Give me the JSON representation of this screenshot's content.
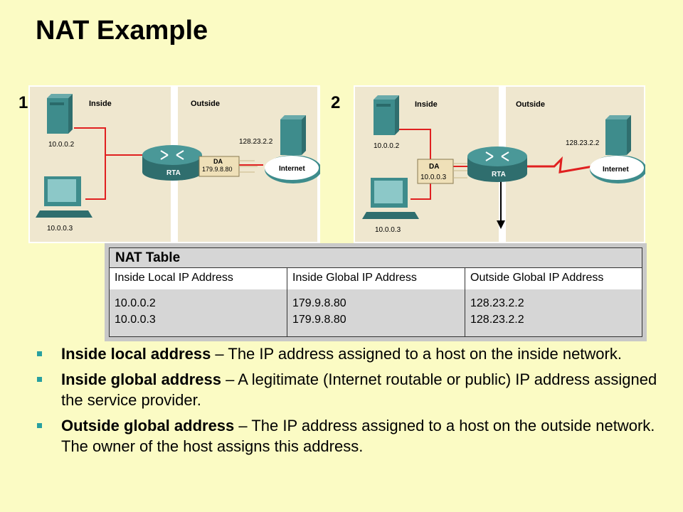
{
  "title": "NAT Example",
  "panels": [
    {
      "number": "1",
      "inside_label": "Inside",
      "outside_label": "Outside",
      "server_ip": "10.0.0.2",
      "pc_ip": "10.0.0.3",
      "router_label": "RTA",
      "cloud_label": "Internet",
      "remote_server_ip": "128.23.2.2",
      "packet_da_label": "DA",
      "packet_da_value": "179.9.8.80"
    },
    {
      "number": "2",
      "inside_label": "Inside",
      "outside_label": "Outside",
      "server_ip": "10.0.0.2",
      "pc_ip": "10.0.0.3",
      "router_label": "RTA",
      "cloud_label": "Internet",
      "remote_server_ip": "128.23.2.2",
      "packet_da_label": "DA",
      "packet_da_value": "10.0.0.3"
    }
  ],
  "nat_table": {
    "title": "NAT Table",
    "headers": [
      "Inside Local IP Address",
      "Inside Global IP Address",
      "Outside Global IP Address"
    ],
    "columns": [
      [
        "10.0.0.2",
        "10.0.0.3"
      ],
      [
        "179.9.8.80",
        "179.9.8.80"
      ],
      [
        "128.23.2.2",
        "128.23.2.2"
      ]
    ]
  },
  "bullets": [
    {
      "term": "Inside local address",
      "text": " – The IP address assigned to a host on the inside network."
    },
    {
      "term": "Inside global address",
      "text": " – A legitimate (Internet routable or public) IP address assigned the service provider."
    },
    {
      "term": "Outside global address",
      "text": " – The IP address assigned to a host on the outside network. The owner of the host assigns this address."
    }
  ],
  "colors": {
    "background": "#fbfbc4",
    "panel": "#efe7cf",
    "link_red": "#e02020",
    "device_teal": "#3e8c8c",
    "bullet": "#28a0a0"
  }
}
